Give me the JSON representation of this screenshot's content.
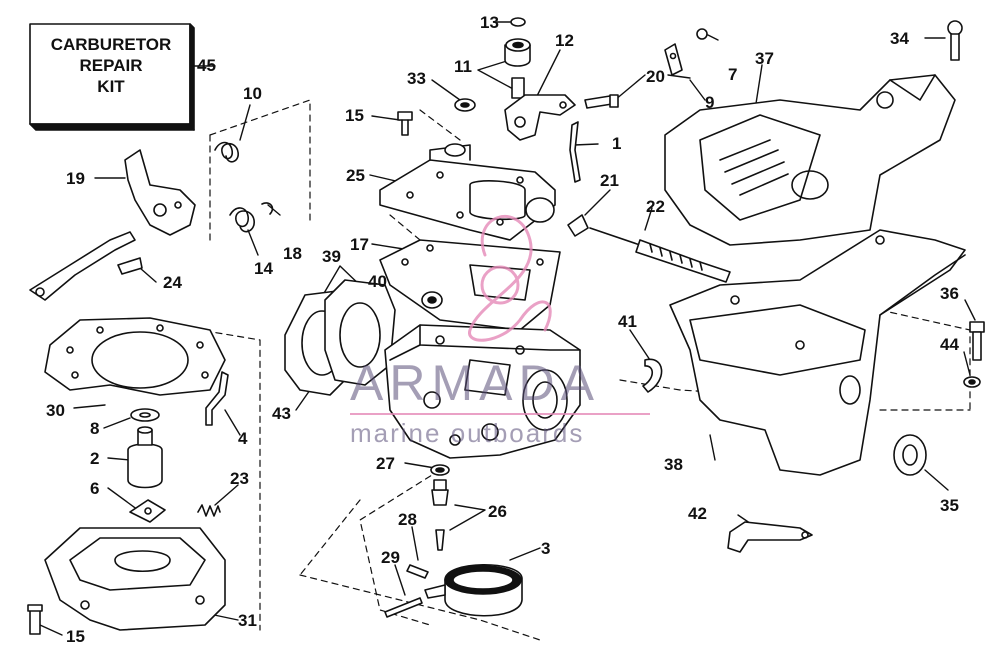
{
  "kit": {
    "line1": "CARBURETOR",
    "line2": "REPAIR",
    "line3": "KIT"
  },
  "watermark": {
    "brand": "ARMADA",
    "tagline": "marine outboards",
    "accent_color": "#e58ab8",
    "text_color": "#5b4f7a"
  },
  "callouts": {
    "c1": "1",
    "c2": "2",
    "c3": "3",
    "c4": "4",
    "c6": "6",
    "c7": "7",
    "c8": "8",
    "c9": "9",
    "c10": "10",
    "c11": "11",
    "c12": "12",
    "c13": "13",
    "c14": "14",
    "c15a": "15",
    "c15b": "15",
    "c17": "17",
    "c18": "18",
    "c19": "19",
    "c20": "20",
    "c21": "21",
    "c22": "22",
    "c23": "23",
    "c24": "24",
    "c25": "25",
    "c26": "26",
    "c27": "27",
    "c28": "28",
    "c29": "29",
    "c30": "30",
    "c31": "31",
    "c33": "33",
    "c34": "34",
    "c35": "35",
    "c36": "36",
    "c37": "37",
    "c38": "38",
    "c39": "39",
    "c40": "40",
    "c41": "41",
    "c42": "42",
    "c43": "43",
    "c44": "44",
    "c45": "45"
  }
}
